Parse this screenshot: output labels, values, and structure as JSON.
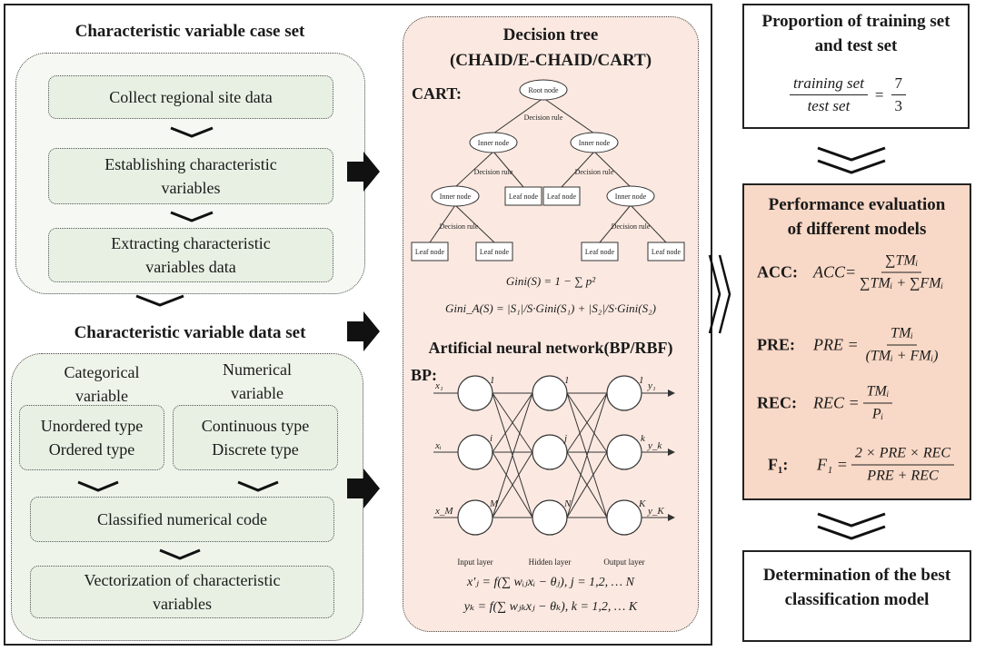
{
  "left_panel": {
    "case_set_title": "Characteristic variable case set",
    "case_steps": [
      "Collect regional site data",
      "Establishing characteristic variables",
      "Extracting characteristic variables data"
    ],
    "data_set_title": "Characteristic variable data set",
    "categorical_label": "Categorical variable",
    "numerical_label": "Numerical variable",
    "categorical_types": [
      "Unordered type",
      "Ordered type"
    ],
    "numerical_types": [
      "Continuous type",
      "Discrete type"
    ],
    "code_step": "Classified numerical code",
    "vector_step": "Vectorization of characteristic variables"
  },
  "middle_panel": {
    "title_line1": "Decision tree",
    "title_line2": "(CHAID/E-CHAID/CART)",
    "cart_label": "CART:",
    "tree": {
      "root": "Root node",
      "inner": "Inner node",
      "leaf": "Leaf node",
      "rule": "Decision rule"
    },
    "gini_formula": "Gini(S) = 1 − ∑ p²",
    "gini_split_formula": "Gini_A(S) = |S₁|/S·Gini(S₁) + |S₂|/S·Gini(S₂)",
    "ann_title": "Artificial neural network(BP/RBF)",
    "bp_label": "BP:",
    "network": {
      "input_layer": "Input layer",
      "hidden_layer": "Hidden layer",
      "output_layer": "Output layer"
    },
    "hidden_formula": "x′ⱼ = f(∑ wᵢⱼxᵢ − θⱼ), j = 1,2, … N",
    "output_formula": "yₖ = f(∑ wⱼₖxⱼ − θₖ), k = 1,2, … K"
  },
  "right_panel": {
    "proportion_title": "Proportion of training set and test set",
    "ratio": {
      "numerator": "training set",
      "denominator": "test set",
      "num": "7",
      "den": "3"
    },
    "perf_title": "Performance evaluation of different models",
    "metrics": [
      {
        "name": "ACC:",
        "lhs": "ACC=",
        "num": "∑TMᵢ",
        "den": "∑TMᵢ + ∑FMᵢ"
      },
      {
        "name": "PRE:",
        "lhs": "PRE =",
        "num": "TMᵢ",
        "den": "(TMᵢ + FMᵢ)"
      },
      {
        "name": "REC:",
        "lhs": "REC =",
        "num": "TMᵢ",
        "den": "Pᵢ"
      },
      {
        "name": "F₁:",
        "lhs": "F₁ =",
        "num": "2 × PRE × REC",
        "den": "PRE + REC"
      }
    ],
    "best_title": "Determination of the best classification model"
  },
  "colors": {
    "green_fill": "#e7f0e3",
    "green_panel": "#eef4ea",
    "pink_panel": "#fbe9e1",
    "salmon": "#f8d8c6",
    "arrow": "#111111"
  }
}
